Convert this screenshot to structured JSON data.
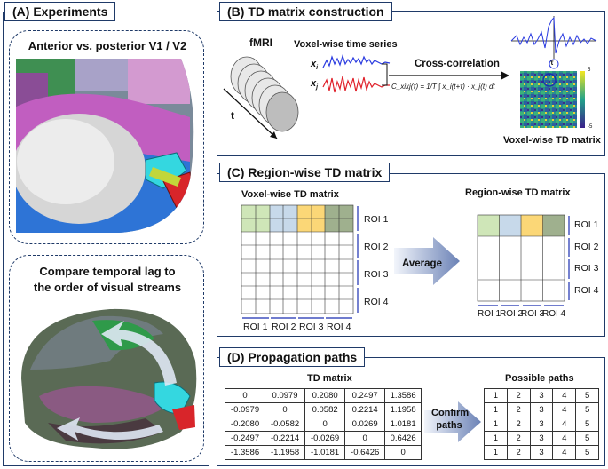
{
  "panel_a": {
    "title": "(A) Experiments",
    "sub1_title": "Anterior vs. posterior V1 / V2",
    "sub2_title_line1": "Compare temporal lag to",
    "sub2_title_line2": "the order of visual streams"
  },
  "panel_b": {
    "title": "(B) TD matrix construction",
    "fmri": "fMRI",
    "t": "t",
    "voxel_ts": "Voxel-wise time series",
    "xi": "x",
    "xi_sub": "i",
    "xj": "x",
    "xj_sub": "j",
    "cross_corr": "Cross-correlation",
    "formula": "C_xixj(τ) = 1/T ∫ x_i(t+τ) · x_j(t) dt",
    "tau": "τ",
    "scale_max": "5",
    "scale_min": "-5",
    "td_caption": "Voxel-wise TD matrix"
  },
  "panel_c": {
    "title": "(C) Region-wise TD matrix",
    "left_caption": "Voxel-wise TD matrix",
    "right_caption": "Region-wise TD matrix",
    "average": "Average",
    "rois": [
      "ROI 1",
      "ROI 2",
      "ROI 3",
      "ROI 4"
    ],
    "colors": [
      "#cfe6b8",
      "#c7d9ea",
      "#fbd777",
      "#9fb08e"
    ]
  },
  "panel_d": {
    "title": "(D) Propagation paths",
    "td_caption": "TD matrix",
    "paths_caption": "Possible paths",
    "confirm": "Confirm paths",
    "td_rows": [
      [
        "0",
        "0.0979",
        "0.2080",
        "0.2497",
        "1.3586"
      ],
      [
        "-0.0979",
        "0",
        "0.0582",
        "0.2214",
        "1.1958"
      ],
      [
        "-0.2080",
        "-0.0582",
        "0",
        "0.0269",
        "1.0181"
      ],
      [
        "-0.2497",
        "-0.2214",
        "-0.0269",
        "0",
        "0.6426"
      ],
      [
        "-1.3586",
        "-1.1958",
        "-1.0181",
        "-0.6426",
        "0"
      ]
    ],
    "path_rows": [
      [
        "1",
        "2",
        "3",
        "4",
        "5"
      ],
      [
        "1",
        "2",
        "3",
        "4",
        "5"
      ],
      [
        "1",
        "2",
        "3",
        "4",
        "5"
      ],
      [
        "1",
        "2",
        "3",
        "4",
        "5"
      ],
      [
        "1",
        "2",
        "3",
        "4",
        "5"
      ]
    ]
  }
}
